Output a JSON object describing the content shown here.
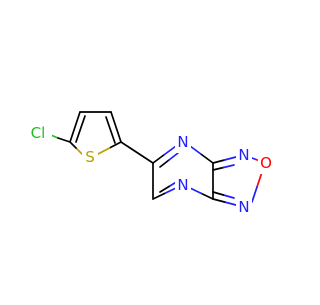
{
  "atom_labels": {
    "chlorine": "Cl",
    "thiophene_sulfur": "S",
    "pyrazine_n_top": "N",
    "pyrazine_n_bottom": "N",
    "oxadiazole_n_top": "N",
    "oxadiazole_o": "O",
    "oxadiazole_n_bottom": "N"
  },
  "colors": {
    "carbon_bond": "#000000",
    "nitrogen": "#2020ff",
    "oxygen": "#ff0000",
    "sulfur": "#b8a000",
    "chlorine": "#20c020"
  }
}
